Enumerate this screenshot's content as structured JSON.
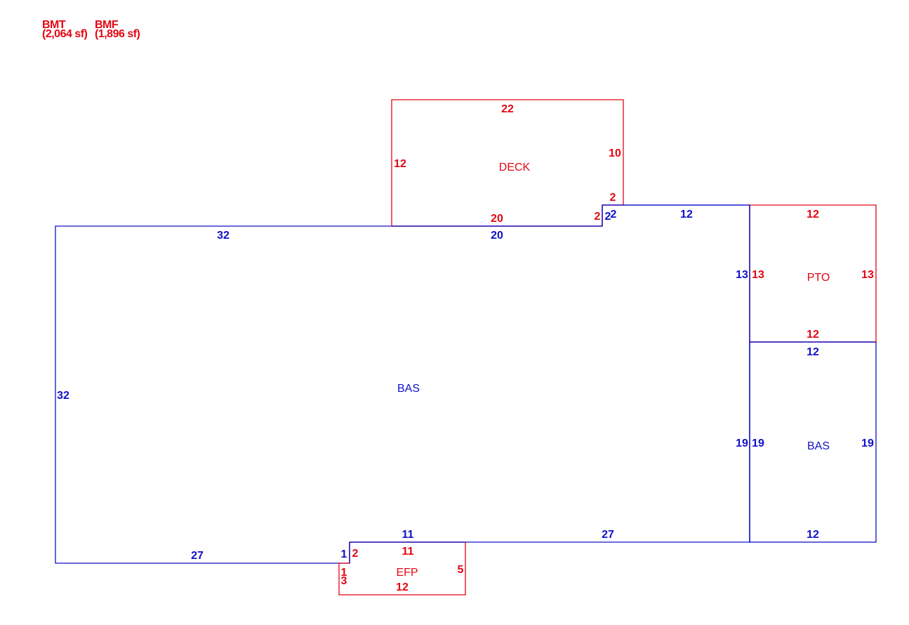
{
  "colors": {
    "red": "#e30613",
    "blue": "#1010c8"
  },
  "header": {
    "bmt": {
      "code": "BMT",
      "area": "(2,064 sf)"
    },
    "bmf": {
      "code": "BMF",
      "area": "(1,896 sf)"
    }
  },
  "areas": {
    "deck": {
      "label": "DECK",
      "dims": {
        "top": "22",
        "left": "12",
        "right": "10",
        "step": "2",
        "bottom": "20",
        "bottom_step": "2"
      }
    },
    "bas_main": {
      "label": "BAS",
      "dims": {
        "top_left": "32",
        "top_mid": "20",
        "top_step": "2",
        "top_right": "12",
        "step_inner": "2",
        "left": "32",
        "right": "13",
        "right_lower": "19",
        "bottom_left": "27",
        "bottom_step": "1",
        "efp_top": "11",
        "bottom_right": "27"
      }
    },
    "pto": {
      "label": "PTO",
      "dims": {
        "top": "12",
        "left": "13",
        "right": "13",
        "bottom": "12"
      }
    },
    "bas_side": {
      "label": "BAS",
      "dims": {
        "top": "12",
        "left": "19",
        "right": "19",
        "bottom": "12"
      }
    },
    "efp": {
      "label": "EFP",
      "dims": {
        "top": "11",
        "step": "2",
        "left_a": "1",
        "left_b": "3",
        "right": "5",
        "bottom": "12"
      }
    }
  }
}
